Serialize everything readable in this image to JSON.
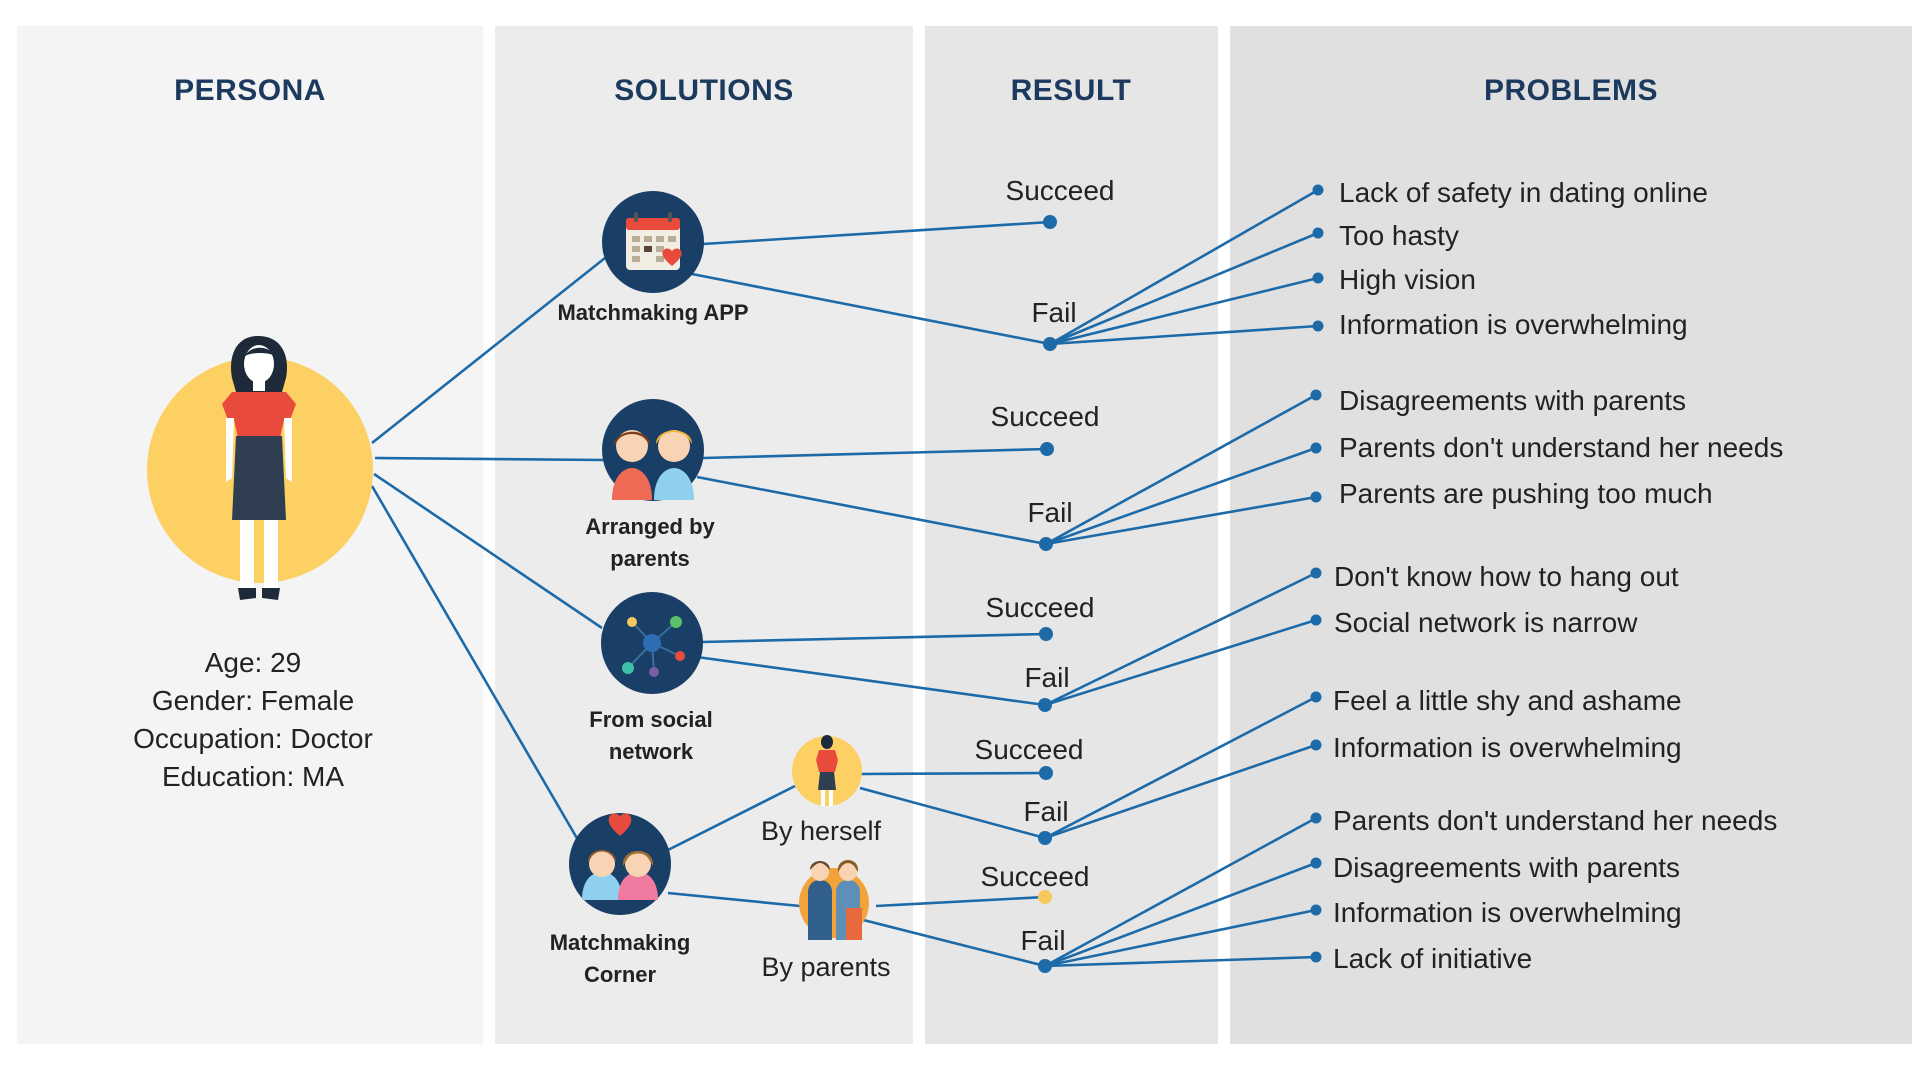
{
  "columns": {
    "persona": "PERSONA",
    "solutions": "SOLUTIONS",
    "result": "RESULT",
    "problems": "PROBLEMS"
  },
  "persona": {
    "icon": "woman-icon",
    "accent": "#fdd064",
    "info": [
      "Age: 29",
      "Gender: Female",
      "Occupation: Doctor",
      "Education: MA"
    ]
  },
  "solutions": [
    {
      "label_lines": [
        "Matchmaking APP"
      ],
      "icon": "calendar-heart-icon"
    },
    {
      "label_lines": [
        "Arranged by",
        "parents"
      ],
      "icon": "couple-icon"
    },
    {
      "label_lines": [
        "From social",
        "network"
      ],
      "icon": "network-icon"
    },
    {
      "label_lines": [
        "Matchmaking",
        "Corner"
      ],
      "icon": "couple-heart-icon"
    }
  ],
  "sub_solutions": [
    {
      "label": "By herself",
      "icon": "woman-icon"
    },
    {
      "label": "By parents",
      "icon": "parents-icon"
    }
  ],
  "results": [
    "Succeed",
    "Fail",
    "Succeed",
    "Fail",
    "Succeed",
    "Fail",
    "Succeed",
    "Fail",
    "Succeed",
    "Fail"
  ],
  "problems": [
    [
      "Lack of safety in dating online",
      "Too hasty",
      "High vision",
      "Information is overwhelming"
    ],
    [
      "Disagreements with parents",
      "Parents don't understand her needs",
      "Parents are pushing too much"
    ],
    [
      "Don't know how to hang out",
      "Social network is narrow"
    ],
    [
      "Feel a little shy and ashame",
      "Information is overwhelming"
    ],
    [
      "Parents don't understand her needs",
      "Disagreements with parents",
      "Information is overwhelming",
      "Lack of initiative"
    ]
  ],
  "colors": {
    "line": "#1d6aa8",
    "title": "#1c3a5e",
    "icon_bg": "#1a3f66",
    "persona_bg": "#fdd064",
    "highlight_dot": "#f5c95c"
  }
}
